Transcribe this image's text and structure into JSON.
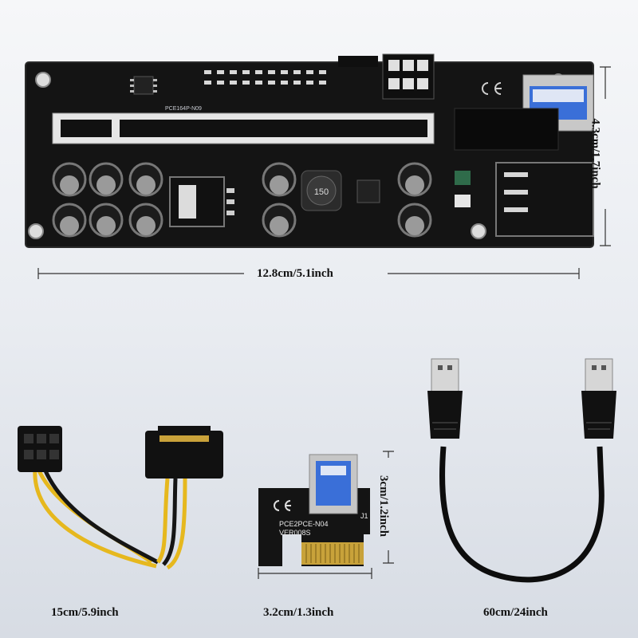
{
  "dimensions": {
    "board_width": "12.8cm/5.1inch",
    "board_height": "4.3cm/1.7inch",
    "adapter_width": "3.2cm/1.3inch",
    "adapter_height": "3cm/1.2inch",
    "power_cable_length": "15cm/5.9inch",
    "usb_cable_length": "60cm/24inch"
  },
  "board": {
    "model": "PCE164P-N09",
    "inductor_marking": "150"
  },
  "adapter": {
    "model_line1": "PCE2PCE-N04",
    "model_line2": "VER008S",
    "connector_ref": "J1"
  },
  "colors": {
    "pcb": "#141414",
    "gold": "#c8a23a",
    "usb_blue": "#3a6fd8",
    "wire_yellow": "#e6b81e",
    "wire_black": "#151515"
  }
}
